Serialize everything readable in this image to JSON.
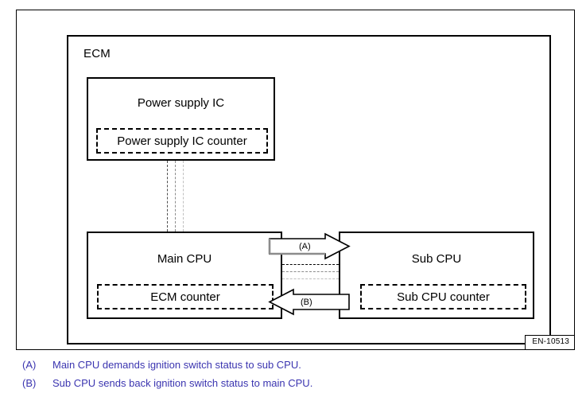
{
  "figure": {
    "id_label": "EN-10513",
    "enclosure_label": "ECM",
    "blocks": {
      "power_supply_ic": {
        "title": "Power supply IC",
        "counter_label": "Power supply IC counter"
      },
      "main_cpu": {
        "title": "Main CPU",
        "counter_label": "ECM counter"
      },
      "sub_cpu": {
        "title": "Sub CPU",
        "counter_label": "Sub CPU counter"
      }
    },
    "arrows": {
      "a": {
        "label": "(A)",
        "direction": "right"
      },
      "b": {
        "label": "(B)",
        "direction": "left"
      }
    }
  },
  "caption": {
    "color": "#3b35b0",
    "items": [
      {
        "key": "(A)",
        "text": "Main CPU demands ignition switch status to sub CPU."
      },
      {
        "key": "(B)",
        "text": "Sub CPU sends back ignition switch status to main CPU."
      }
    ]
  },
  "colors": {
    "line": "#000000",
    "bus_dark": "#4d4d4d",
    "bus_mid": "#8c8c8c",
    "bus_light": "#bfbfbf",
    "caption_text": "#3b35b0",
    "background": "#ffffff"
  }
}
